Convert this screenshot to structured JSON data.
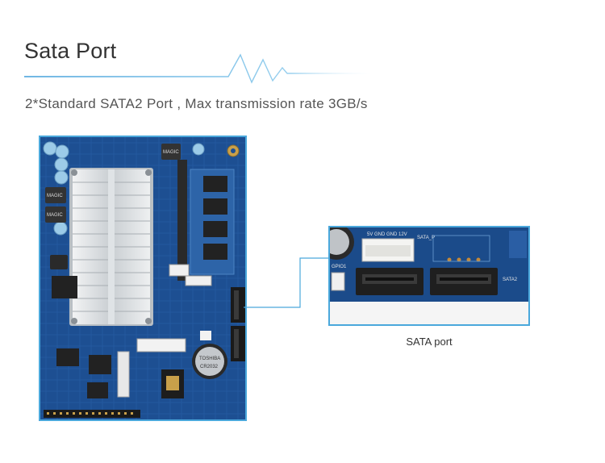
{
  "header": {
    "title": "Sata Port",
    "subtitle": "2*Standard SATA2 Port , Max transmission rate 3GB/s"
  },
  "zoom_caption": "SATA port",
  "board_labels": {
    "magic_1": "MAGIC",
    "magic_2": "MAGIC",
    "magic_3": "MAGIC",
    "toshiba": "TOSHIBA",
    "coin_cell": "CR2032",
    "zoom_power": "5V GND GND 12V",
    "zoom_sata_p": "SATA_P",
    "zoom_sata2": "SATA2",
    "zoom_gpio": "GPIO1"
  },
  "colors": {
    "accent": "#4aa8dc",
    "pcb": "#1c4f93",
    "pcb_light": "#2c64ad",
    "heatsink": "#d8dcdf",
    "sata_connector": "#2a2a2a"
  }
}
